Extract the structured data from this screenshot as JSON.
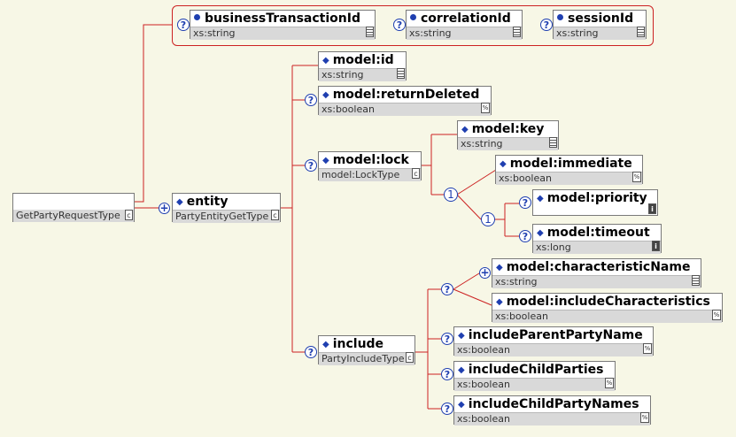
{
  "root": {
    "type": "GetPartyRequestType"
  },
  "entity": {
    "name": "entity",
    "type": "PartyEntityGetType"
  },
  "attributes": [
    {
      "name": "businessTransactionId",
      "type": "xs:string"
    },
    {
      "name": "correlationId",
      "type": "xs:string"
    },
    {
      "name": "sessionId",
      "type": "xs:string"
    }
  ],
  "entity_children": {
    "id": {
      "name": "model:id",
      "type": "xs:string"
    },
    "returnDeleted": {
      "name": "model:returnDeleted",
      "type": "xs:boolean"
    },
    "lock": {
      "name": "model:lock",
      "type": "model:LockType"
    },
    "include": {
      "name": "include",
      "type": "PartyIncludeType"
    }
  },
  "lock_children": {
    "key": {
      "name": "model:key",
      "type": "xs:string"
    },
    "immediate": {
      "name": "model:immediate",
      "type": "xs:boolean"
    },
    "priority": {
      "name": "model:priority"
    },
    "timeout": {
      "name": "model:timeout",
      "type": "xs:long"
    }
  },
  "include_children": {
    "characteristicName": {
      "name": "model:characteristicName",
      "type": "xs:string"
    },
    "includeCharacteristics": {
      "name": "model:includeCharacteristics",
      "type": "xs:boolean"
    },
    "includeParentPartyName": {
      "name": "includeParentPartyName",
      "type": "xs:boolean"
    },
    "includeChildParties": {
      "name": "includeChildParties",
      "type": "xs:boolean"
    },
    "includeChildPartyNames": {
      "name": "includeChildPartyNames",
      "type": "xs:boolean"
    }
  },
  "symbols": {
    "optional": "?",
    "sequence": "1",
    "unbounded": "+"
  },
  "icons": {
    "complex": "c-icon",
    "simple": "lines-icon",
    "boolean": "boolean-icon",
    "info": "info-icon"
  },
  "colors": {
    "background": "#f7f7e6",
    "connector": "#cc2222",
    "accent": "#1f3fb0"
  }
}
